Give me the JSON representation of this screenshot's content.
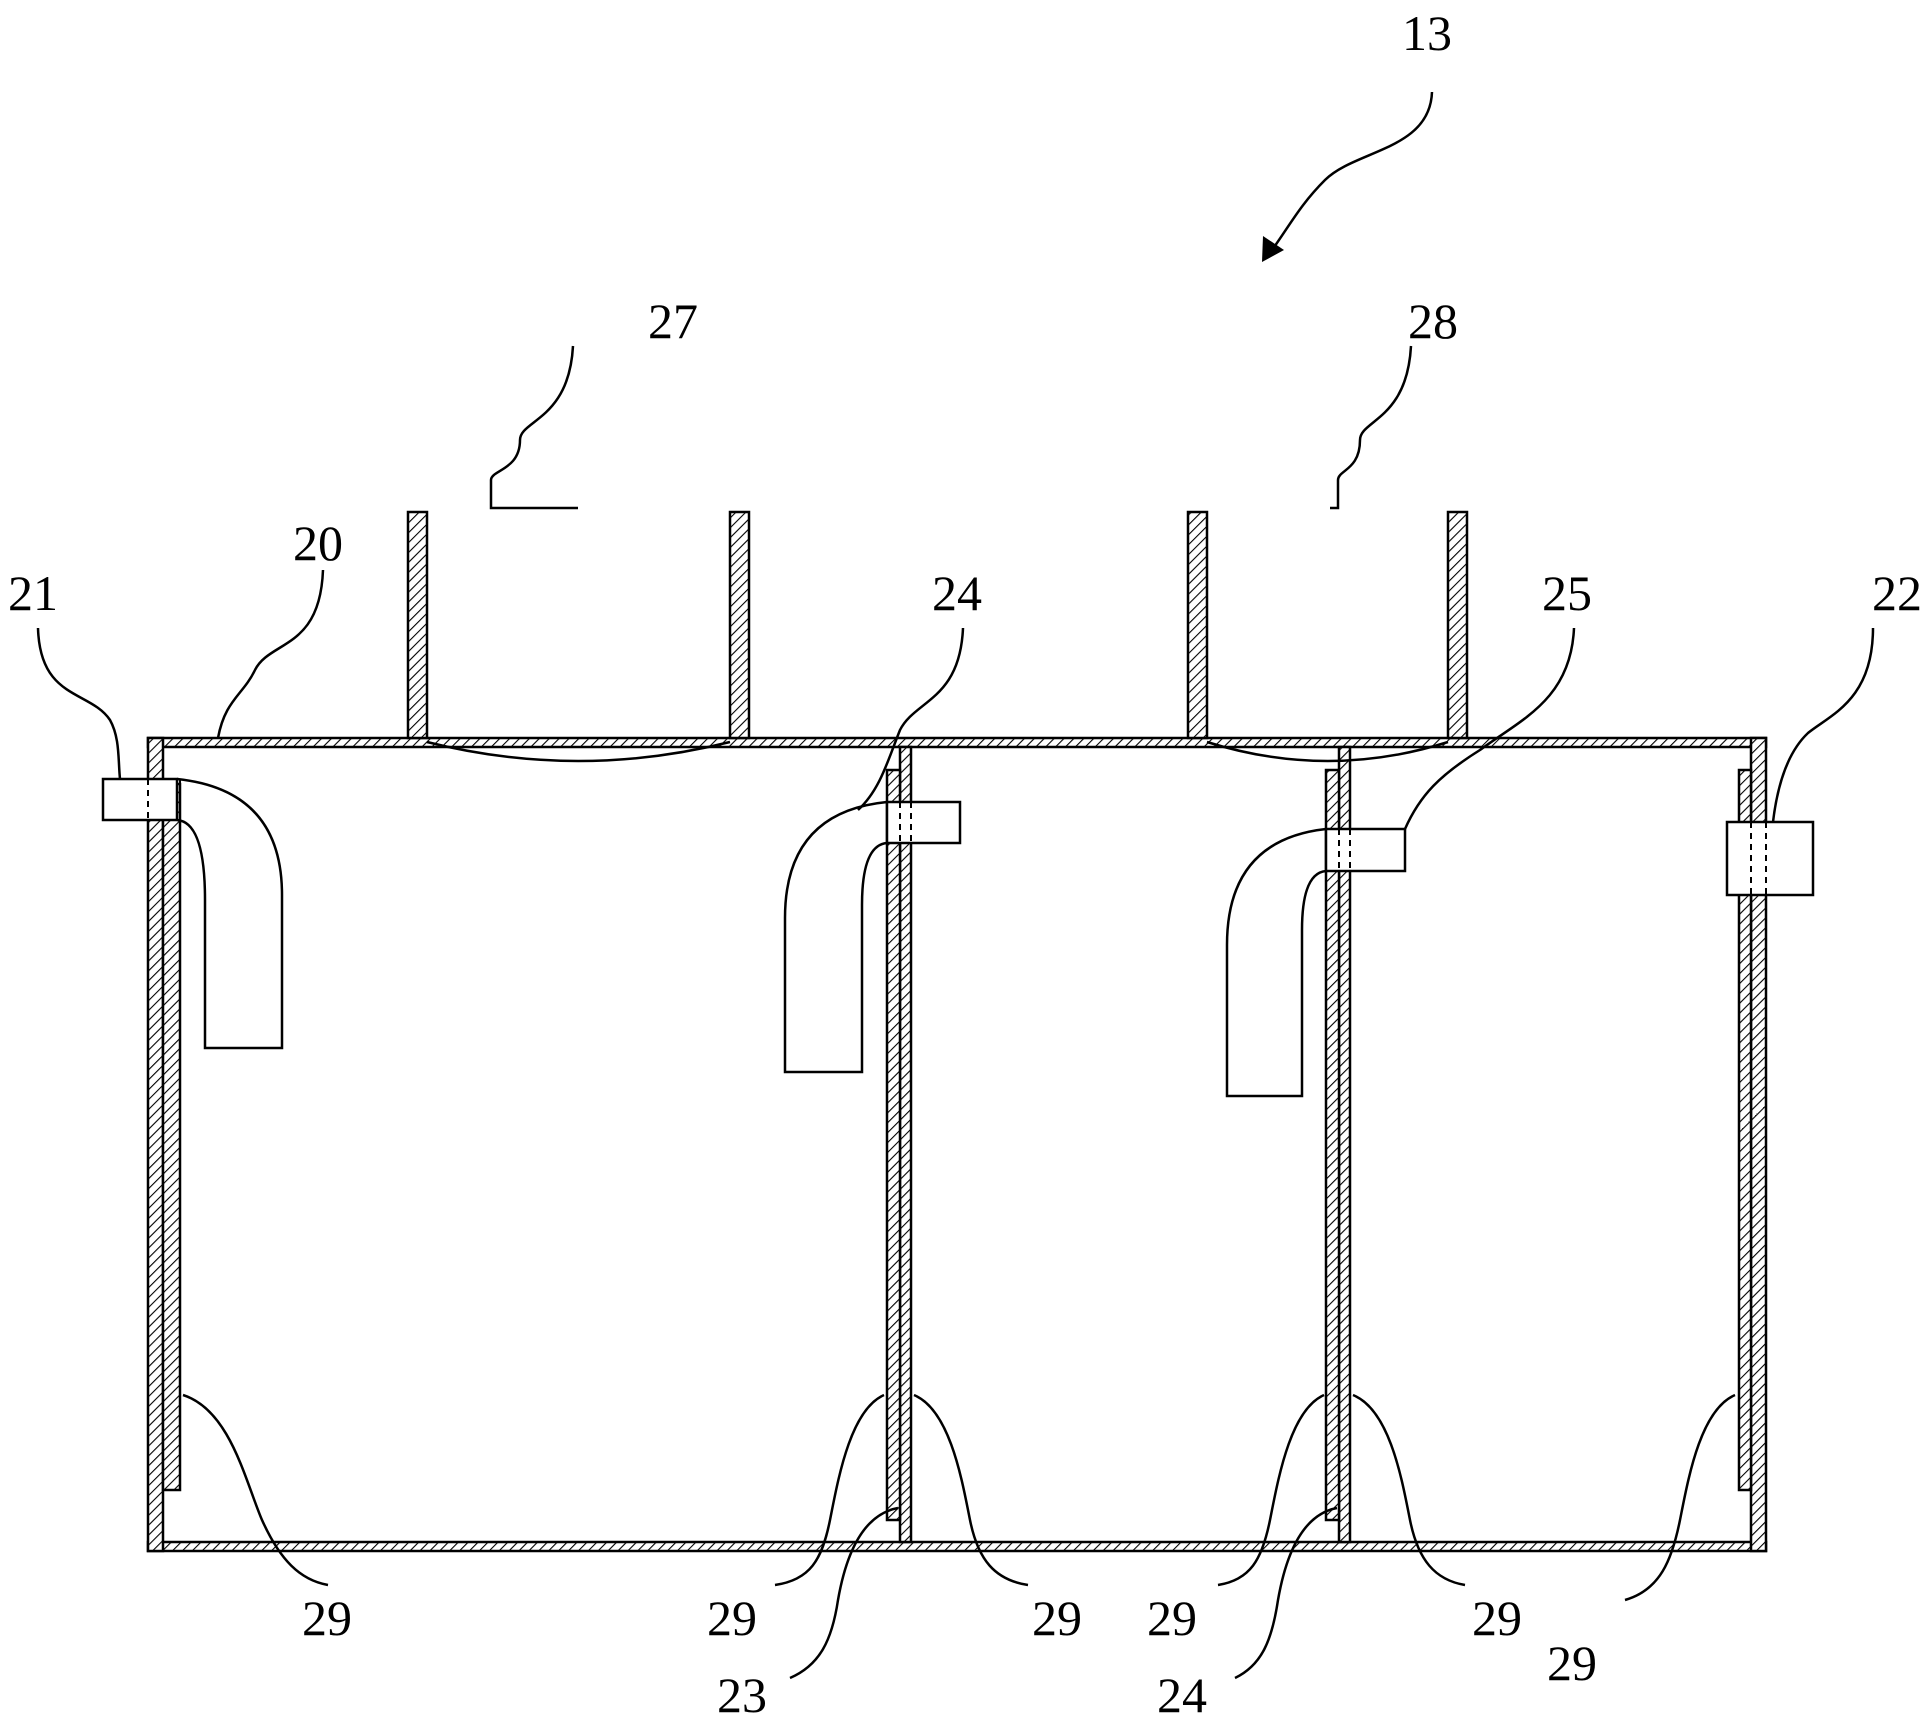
{
  "labels": {
    "assembly": "13",
    "tank_top": "20",
    "inlet": "21",
    "outlet": "22",
    "partition_1": "23",
    "partition_2": "24",
    "elbow_1": "24",
    "elbow_2": "25",
    "manhole_1": "27",
    "manhole_2": "28",
    "plate_a": "29",
    "plate_b": "29",
    "plate_c": "29",
    "plate_d": "29",
    "plate_e": "29",
    "plate_f": "29"
  }
}
